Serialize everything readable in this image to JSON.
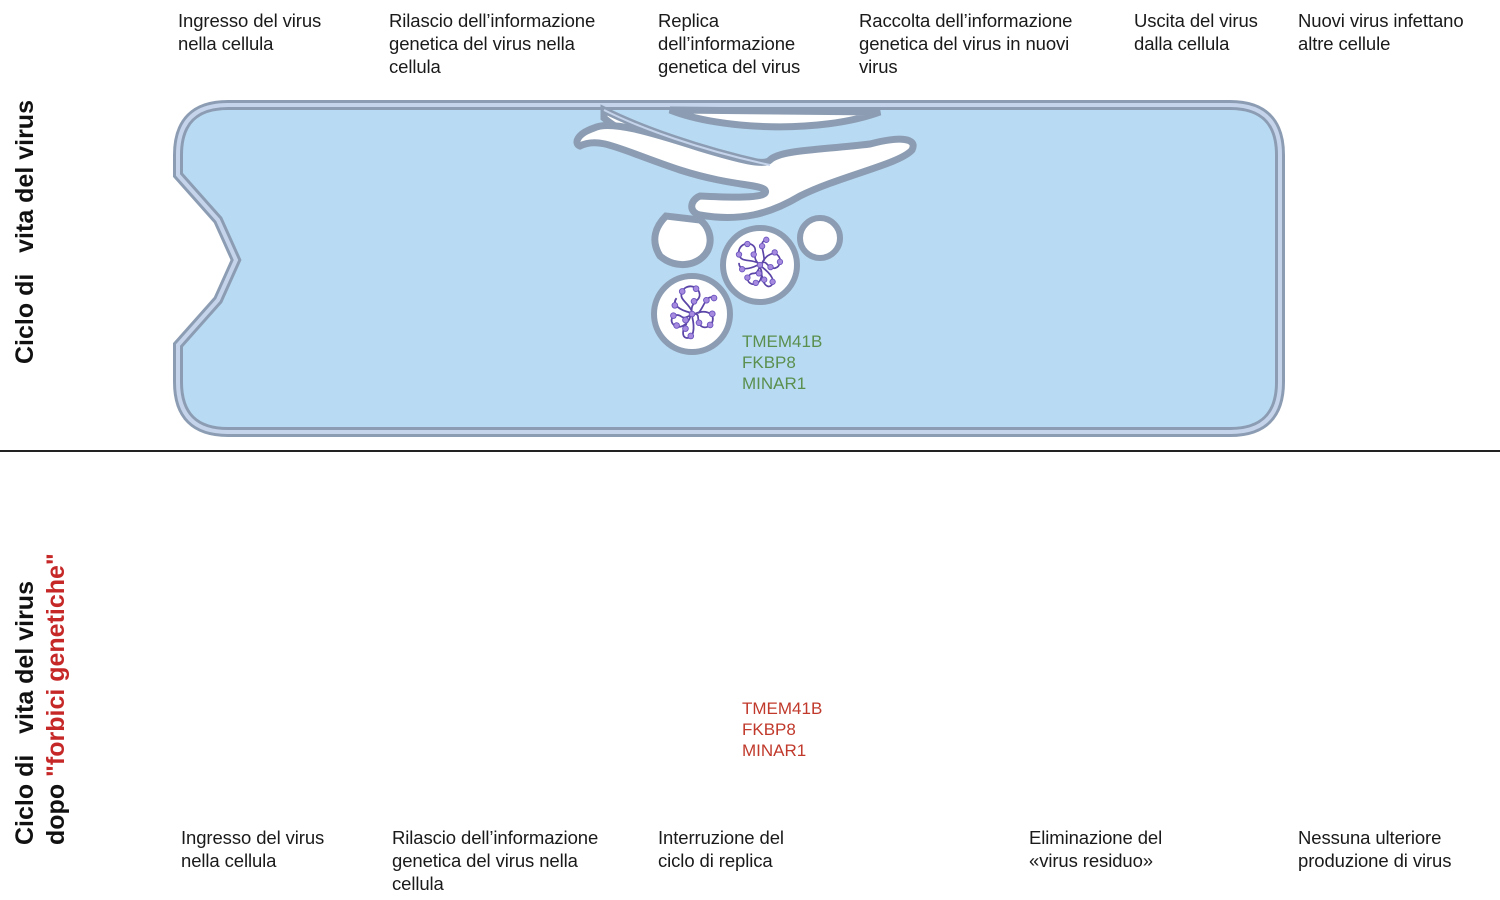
{
  "colors": {
    "cytoplasm": "#b8dbf3",
    "membrane_outer": "#8c9db3",
    "membrane_inner": "#c5d4ea",
    "virus_spike": "#7e4fc0",
    "gene_green": "#5a8f4e",
    "gene_red": "#c0392b",
    "scissors": "#b03030",
    "trash": "#8a8a8a"
  },
  "panel_top": {
    "side_label": {
      "part1": "Ciclo di",
      "part2": "vita del virus"
    },
    "steps": [
      {
        "label": "Ingresso del virus\nnella cellula"
      },
      {
        "label": "Rilascio dell’informazione\ngenetica del virus nella\ncellula"
      },
      {
        "label": "Replica\ndell’informazione\ngenetica del virus"
      },
      {
        "label": "Raccolta   dell’informazione\ngenetica del virus in nuovi\nvirus"
      },
      {
        "label": "Uscita del virus\ndalla cellula"
      },
      {
        "label": "Nuovi virus infettano\naltre cellule"
      }
    ],
    "genes": "TMEM41B\nFKBP8\nMINAR1"
  },
  "panel_bottom": {
    "side_label": {
      "line1_part1": "Ciclo di",
      "line1_part2": "vita del virus",
      "line2_part1": "dopo",
      "line2_part2": "\"forbici genetiche\""
    },
    "steps": [
      {
        "label": "Ingresso del virus\nnella cellula"
      },
      {
        "label": "Rilascio dell’informazione\ngenetica del virus nella\ncellula"
      },
      {
        "label": "Interruzione del\nciclo di replica"
      },
      {
        "label": "Eliminazione del\n«virus residuo»"
      },
      {
        "label": "Nessuna ulteriore\nproduzione di virus"
      }
    ],
    "genes": "TMEM41B\nFKBP8\nMINAR1"
  },
  "icons": [
    "virus-icon",
    "endosome-icon",
    "golgi-icon",
    "vesicle-icon",
    "scissors-icon",
    "trash-can-icon"
  ]
}
